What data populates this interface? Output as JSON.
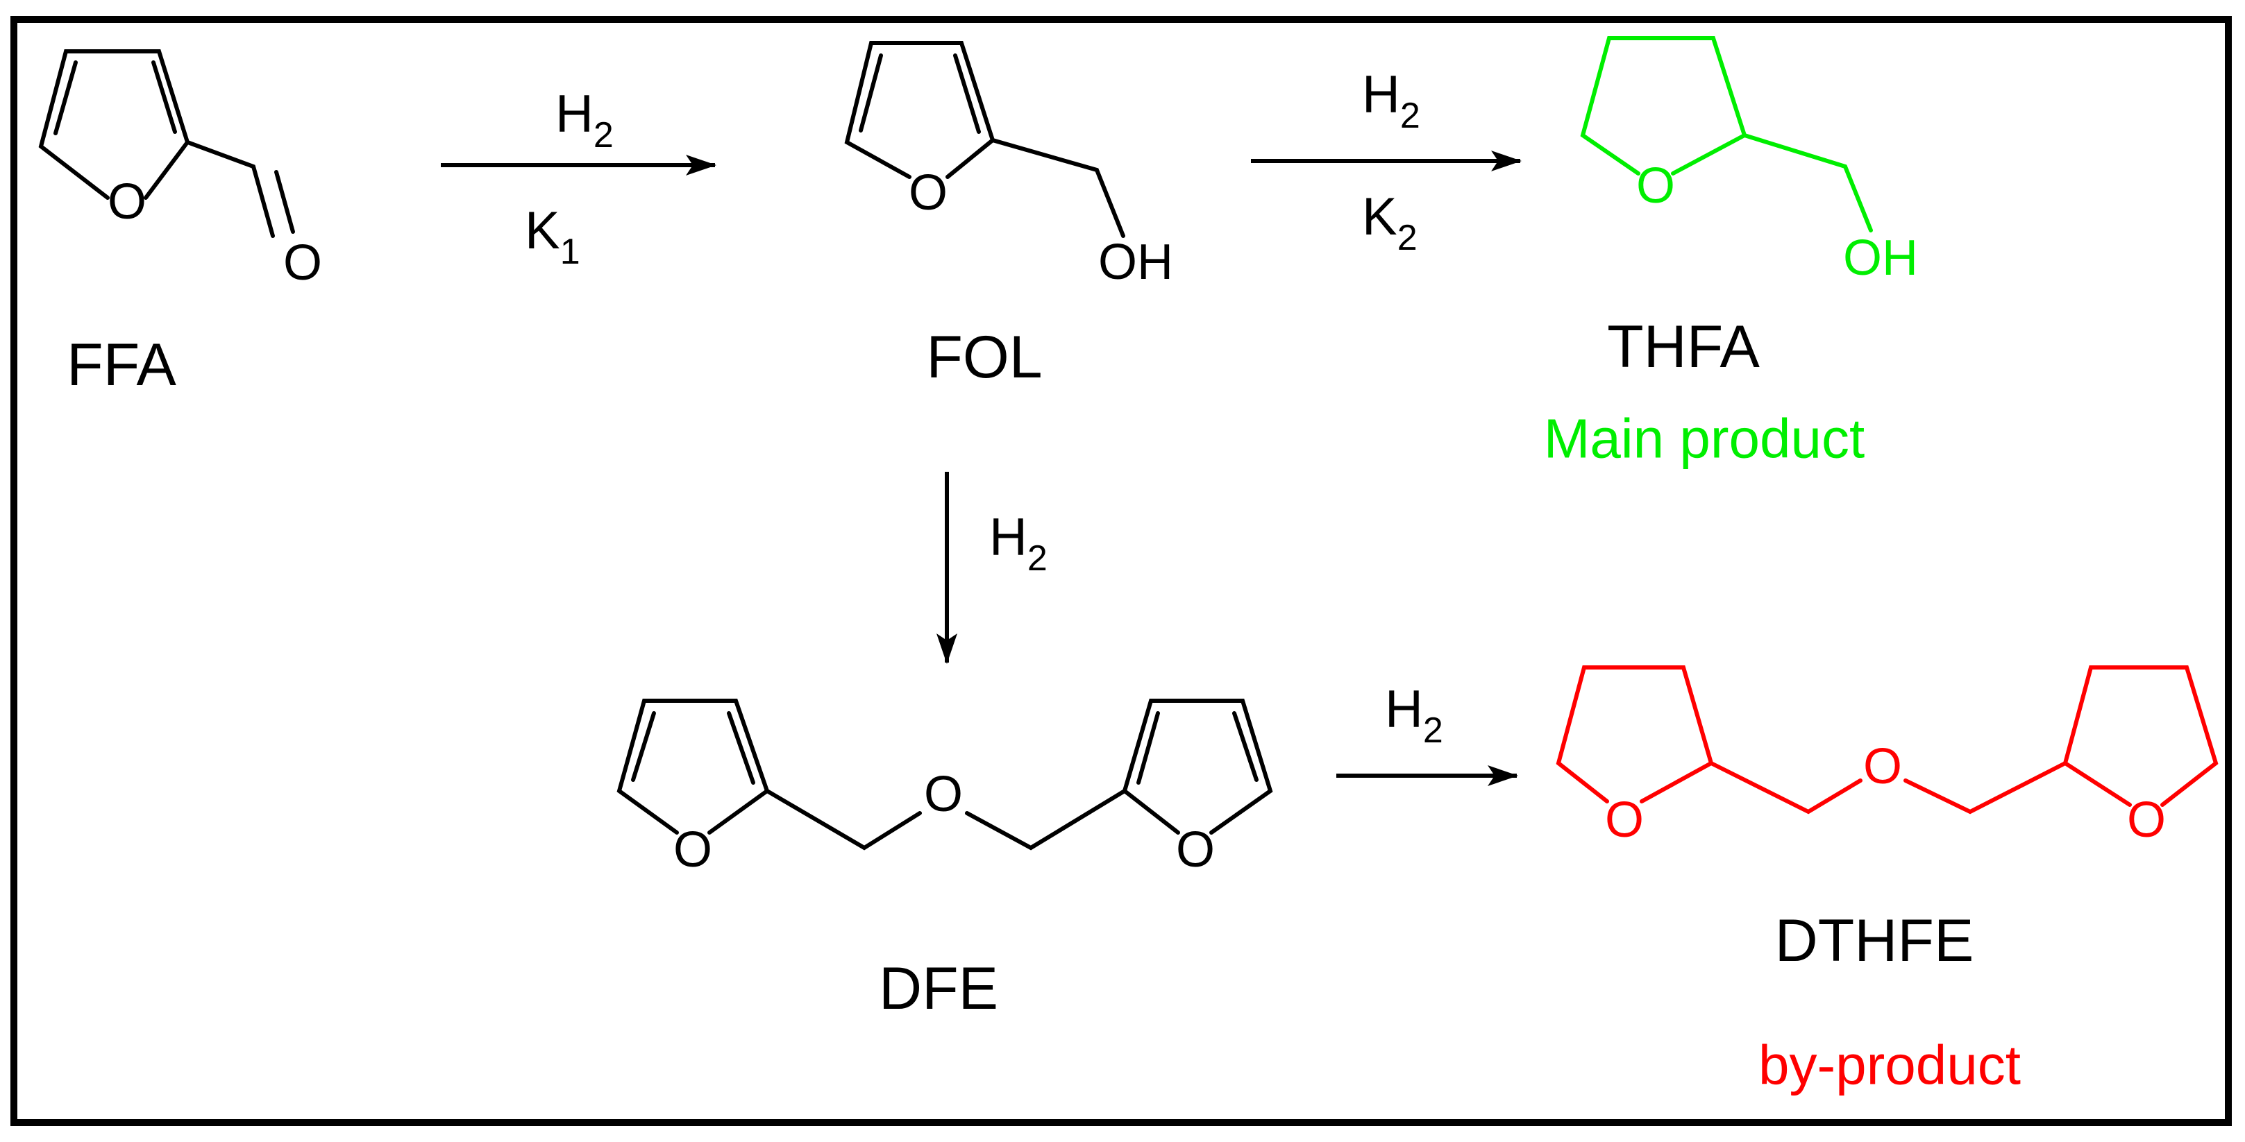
{
  "compounds": {
    "ffa": {
      "name": "FFA",
      "o_ring": "O",
      "o_carbonyl": "O"
    },
    "fol": {
      "name": "FOL",
      "o_ring": "O",
      "oh": "OH"
    },
    "thfa": {
      "name": "THFA",
      "o_ring": "O",
      "oh": "OH",
      "note": "Main product"
    },
    "dfe": {
      "name": "DFE",
      "o_ring_left": "O",
      "o_ether": "O",
      "o_ring_right": "O"
    },
    "dthfe": {
      "name": "DTHFE",
      "o_ring_left": "O",
      "o_ether": "O",
      "o_ring_right": "O",
      "note": "by-product"
    }
  },
  "arrows": {
    "ffa_to_fol": {
      "reagent": "H",
      "reagent_sub": "2",
      "constant": "K",
      "constant_sub": "1"
    },
    "fol_to_thfa": {
      "reagent": "H",
      "reagent_sub": "2",
      "constant": "K",
      "constant_sub": "2"
    },
    "fol_to_dfe": {
      "reagent": "H",
      "reagent_sub": "2"
    },
    "dfe_to_dthfe": {
      "reagent": "H",
      "reagent_sub": "2"
    }
  },
  "colors": {
    "main_product": "#00ee00",
    "by_product": "#ff0000",
    "default": "#000000"
  }
}
